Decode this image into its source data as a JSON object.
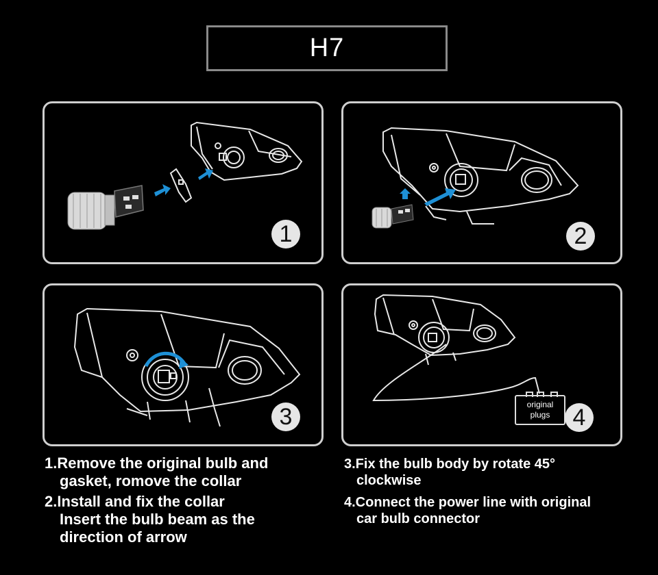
{
  "title": "H7",
  "panels": [
    {
      "number": "1"
    },
    {
      "number": "2"
    },
    {
      "number": "3"
    },
    {
      "number": "4",
      "plug_label_line1": "original",
      "plug_label_line2": "plugs"
    }
  ],
  "instructions": {
    "step1_line1": "1.Remove the original bulb and",
    "step1_line2": "gasket, romove the collar",
    "step2_line1": "2.Install and fix the collar",
    "step2_line2": "Insert the bulb beam as the",
    "step2_line3": "direction of arrow",
    "step3_line1": "3.Fix the bulb body by rotate 45°",
    "step3_line2": "clockwise",
    "step4_line1": "4.Connect the power line with original",
    "step4_line2": "car bulb connector"
  },
  "colors": {
    "background": "#000000",
    "arrow_blue": "#1e90d6",
    "panel_border": "#cfcfcf",
    "title_border": "#8a8a8a"
  }
}
